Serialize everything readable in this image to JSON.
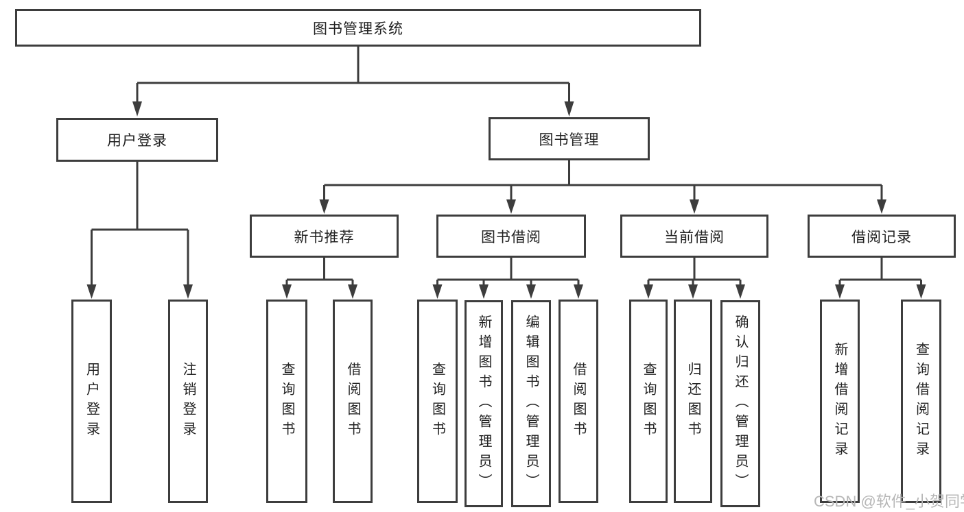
{
  "diagram": {
    "type": "hierarchy-tree",
    "colors": {
      "line": "#3d3d3d",
      "box_border": "#3d3d3d",
      "text": "#222222",
      "background": "#ffffff",
      "watermark_text_color": "#b7b7b7"
    },
    "watermark": "CSDN @软件_小贺同学",
    "tree": {
      "label": "图书管理系统",
      "children": [
        {
          "label": "用户登录",
          "children": [
            {
              "label": "用户登录"
            },
            {
              "label": "注销登录"
            }
          ]
        },
        {
          "label": "图书管理",
          "children": [
            {
              "label": "新书推荐",
              "children": [
                {
                  "label": "查询图书"
                },
                {
                  "label": "借阅图书"
                }
              ]
            },
            {
              "label": "图书借阅",
              "children": [
                {
                  "label": "查询图书"
                },
                {
                  "label": "新增图书（管理员）"
                },
                {
                  "label": "编辑图书（管理员）"
                },
                {
                  "label": "借阅图书"
                }
              ]
            },
            {
              "label": "当前借阅",
              "children": [
                {
                  "label": "查询图书"
                },
                {
                  "label": "归还图书"
                },
                {
                  "label": "确认归还（管理员）"
                }
              ]
            },
            {
              "label": "借阅记录",
              "children": [
                {
                  "label": "新增借阅记录"
                },
                {
                  "label": "查询借阅记录"
                }
              ]
            }
          ]
        }
      ]
    }
  }
}
